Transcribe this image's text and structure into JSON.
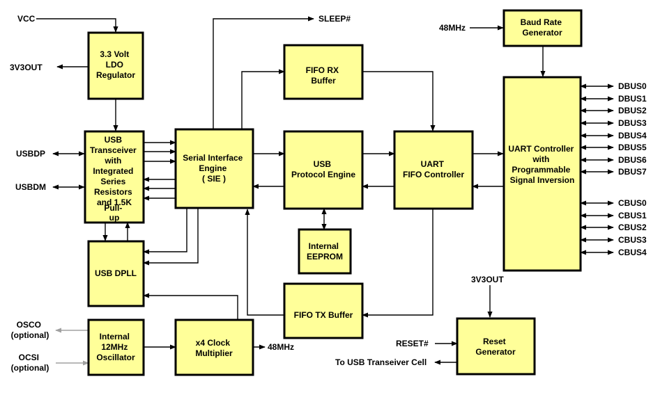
{
  "blocks": {
    "ldo": [
      "3.3 Volt",
      "LDO",
      "Regulator"
    ],
    "usb_transceiver": [
      "USB",
      "Transceiver",
      "with",
      "Integrated",
      "Series",
      "Resistors",
      "and 1.5K",
      "Pull-",
      "up"
    ],
    "usb_dpll": [
      "USB DPLL"
    ],
    "oscillator": [
      "Internal",
      "12MHz",
      "Oscillator"
    ],
    "clock_multiplier": [
      "x4 Clock",
      "Multiplier"
    ],
    "sie": [
      "Serial Interface",
      "Engine",
      "( SIE )"
    ],
    "fifo_rx": [
      "FIFO RX",
      "Buffer"
    ],
    "protocol_engine": [
      "USB",
      "Protocol Engine"
    ],
    "eeprom": [
      "Internal",
      "EEPROM"
    ],
    "fifo_tx": [
      "FIFO TX Buffer"
    ],
    "uart_fifo": [
      "UART",
      "FIFO Controller"
    ],
    "baud": [
      "Baud Rate",
      "Generator"
    ],
    "uart_controller": [
      "UART Controller",
      "with",
      "Programmable",
      "Signal Inversion"
    ],
    "reset_gen": [
      "Reset",
      "Generator"
    ]
  },
  "signals": {
    "vcc": "VCC",
    "v3v3out_left": "3V3OUT",
    "usbdp": "USBDP",
    "usbdm": "USBDM",
    "osco": [
      "OSCO",
      "(optional)"
    ],
    "ocsi": [
      "OCSI",
      "(optional)"
    ],
    "sleep": "SLEEP#",
    "mhz48_clock": "48MHz",
    "mhz48_baud": "48MHz",
    "v3v3out_reset": "3V3OUT",
    "reset": "RESET#",
    "to_usb_cell": "To USB Transeiver Cell"
  },
  "dbus": [
    "DBUS0",
    "DBUS1",
    "DBUS2",
    "DBUS3",
    "DBUS4",
    "DBUS5",
    "DBUS6",
    "DBUS7"
  ],
  "cbus": [
    "CBUS0",
    "CBUS1",
    "CBUS2",
    "CBUS3",
    "CBUS4"
  ],
  "colors": {
    "block_fill": "#ffff99",
    "block_stroke": "#000000",
    "optional_line": "#a0a0a0"
  }
}
